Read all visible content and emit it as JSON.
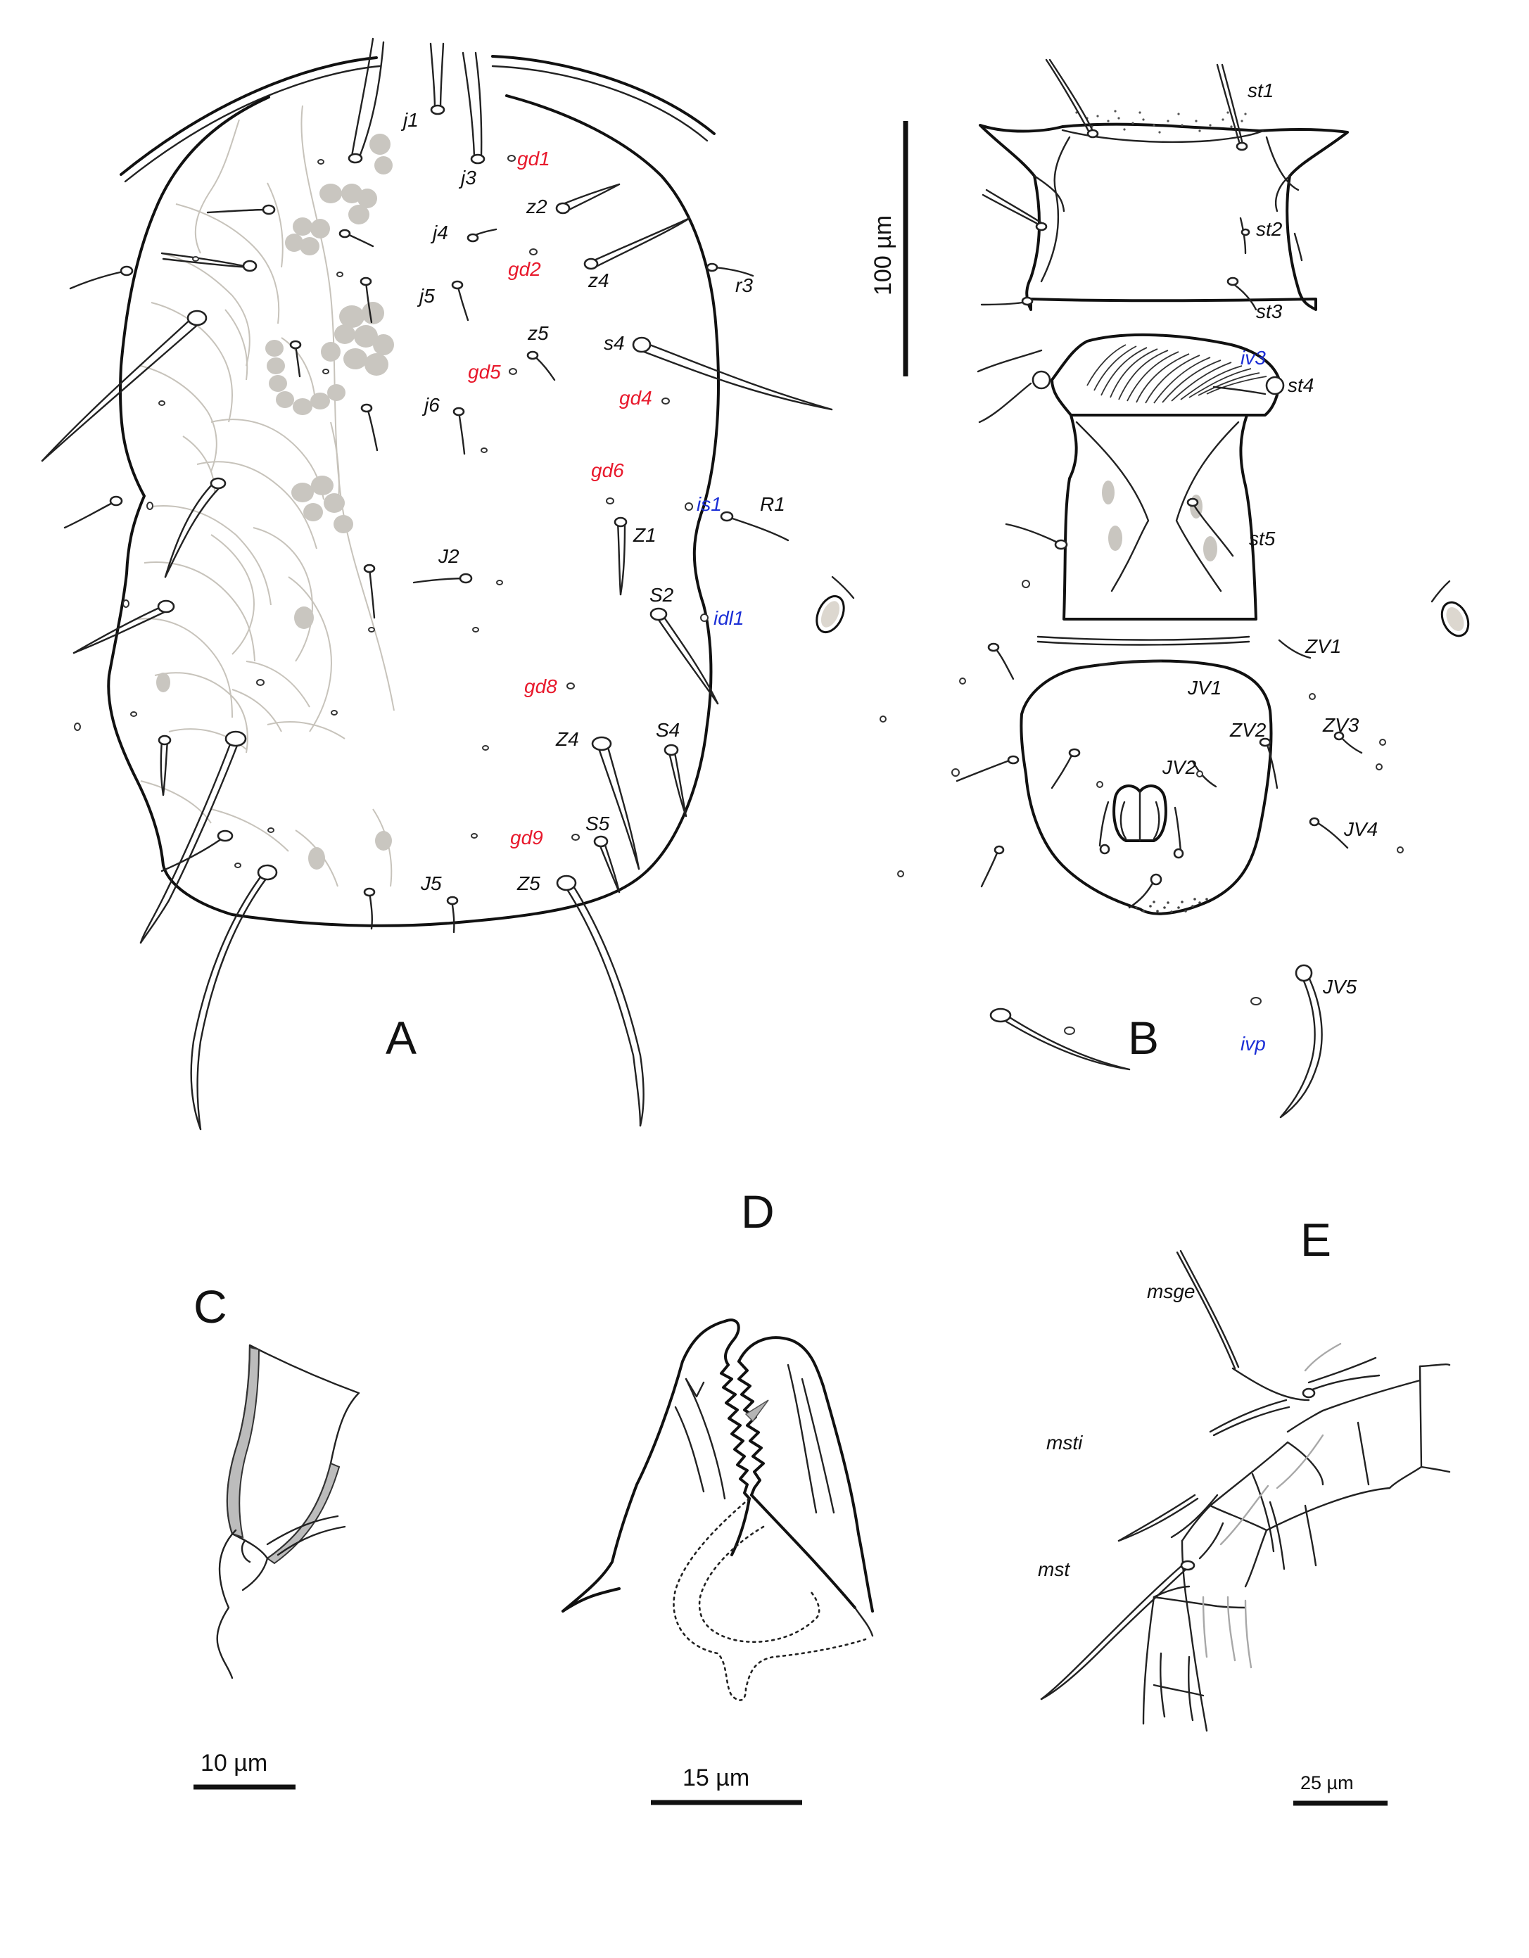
{
  "figure": {
    "panels": [
      "A",
      "B",
      "C",
      "D",
      "E"
    ],
    "scale_bars": {
      "ab": "100 µm",
      "c": "10 µm",
      "d": "15 µm",
      "e": "25 µm"
    }
  },
  "panel_a": {
    "setae": [
      "j1",
      "j3",
      "z2",
      "j4",
      "z4",
      "r3",
      "j5",
      "z5",
      "s4",
      "j6",
      "R1",
      "Z1",
      "J2",
      "S2",
      "Z4",
      "S4",
      "S5",
      "J5",
      "Z5"
    ],
    "gland_pores": [
      "gd1",
      "gd2",
      "gd5",
      "gd4",
      "gd6",
      "gd8",
      "gd9"
    ],
    "other_pores": [
      "is1",
      "idl1"
    ]
  },
  "panel_b": {
    "setae": [
      "st1",
      "st2",
      "st3",
      "st4",
      "st5",
      "ZV1",
      "JV1",
      "ZV2",
      "ZV3",
      "JV2",
      "JV4",
      "JV5"
    ],
    "pores": [
      "iv3",
      "ivp"
    ]
  },
  "panel_e": {
    "setae": [
      "msge",
      "msti",
      "mst"
    ]
  },
  "colors": {
    "outline": "#111111",
    "gland_label": "#e8192c",
    "pore_label": "#1c2fd6",
    "reticulation": "#c7c3bb",
    "muscle_spot": "#c9c6c0"
  }
}
